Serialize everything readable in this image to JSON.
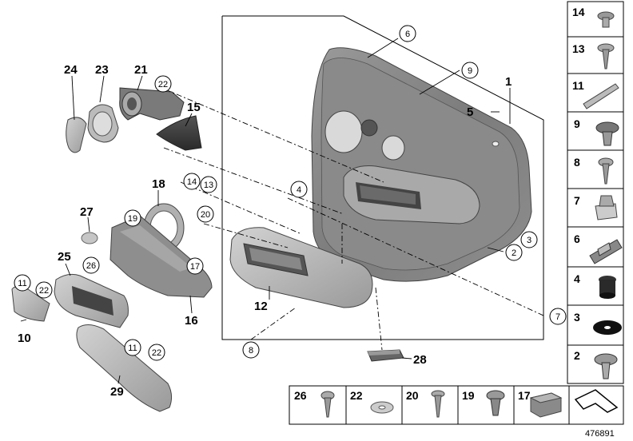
{
  "diagram_id": "476891",
  "main_callouts": {
    "c1": "1",
    "c6": "6",
    "c9": "9",
    "c5": "5",
    "c4": "4",
    "c2": "2",
    "c3": "3",
    "c7": "7",
    "c8": "8",
    "c12": "12",
    "c14": "14",
    "c13": "13",
    "c20": "20",
    "c28": "28",
    "c24": "24",
    "c23": "23",
    "c21": "21",
    "c22a": "22",
    "c15": "15",
    "c18": "18",
    "c19": "19",
    "c17": "17",
    "c16": "16",
    "c27": "27",
    "c25": "25",
    "c26": "26",
    "c11a": "11",
    "c22b": "22",
    "c10": "10",
    "c11b": "11",
    "c22c": "22",
    "c29": "29"
  },
  "right_column": [
    "14",
    "13",
    "11",
    "9",
    "8",
    "7",
    "6",
    "4",
    "3",
    "2"
  ],
  "bottom_row": [
    "26",
    "22",
    "20",
    "19",
    "17"
  ]
}
